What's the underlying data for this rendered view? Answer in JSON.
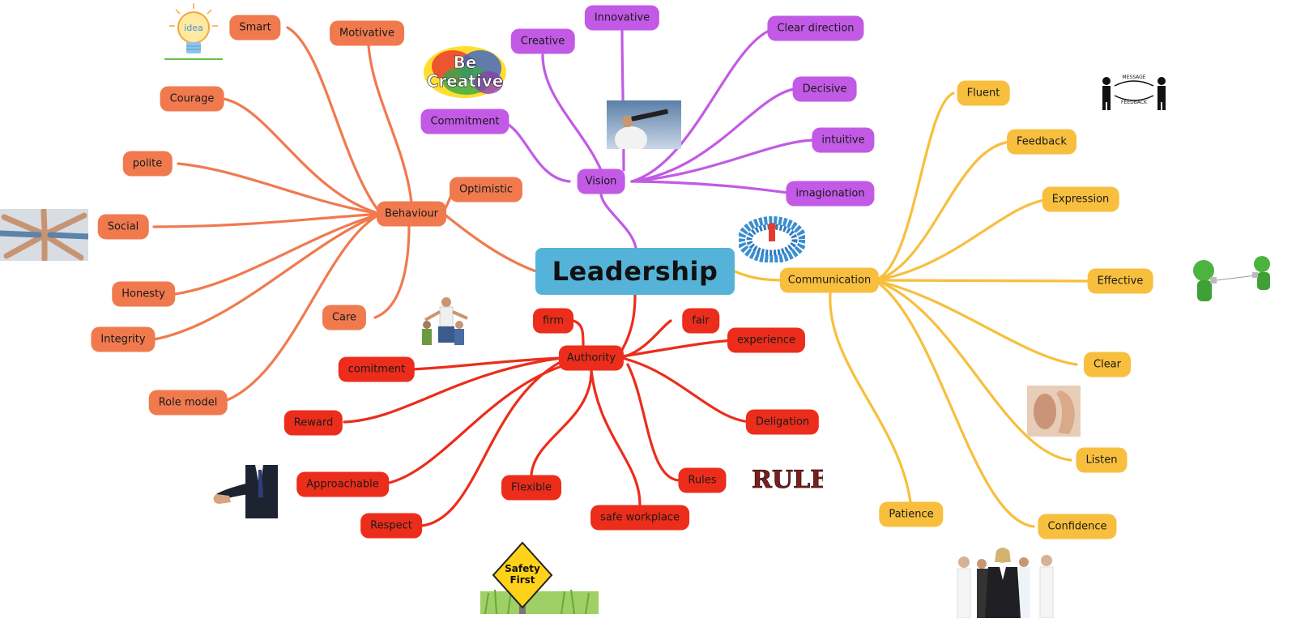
{
  "center": {
    "label": "Leadership",
    "color": "#55b3d9"
  },
  "colors": {
    "behaviour": "#f07a4e",
    "vision": "#c25ae6",
    "communication": "#f7bf3d",
    "authority": "#ec2d1b"
  },
  "branches": {
    "behaviour": {
      "hub": "Behaviour",
      "children": [
        "Smart",
        "Motivative",
        "Courage",
        "polite",
        "Social",
        "Honesty",
        "Integrity",
        "Role model",
        "Care",
        "Optimistic"
      ]
    },
    "vision": {
      "hub": "Vision",
      "children": [
        "Creative",
        "Innovative",
        "Clear direction",
        "Commitment",
        "Decisive",
        "intuitive",
        "imagionation"
      ]
    },
    "communication": {
      "hub": "Communication",
      "children": [
        "Fluent",
        "Feedback",
        "Expression",
        "Effective",
        "Clear",
        "Listen",
        "Confidence",
        "Patience"
      ]
    },
    "authority": {
      "hub": "Authority",
      "children": [
        "firm",
        "fair",
        "experience",
        "comitment",
        "Reward",
        "Deligation",
        "Approachable",
        "Flexible",
        "Rules",
        "Respect",
        "safe workplace"
      ]
    }
  },
  "images": {
    "be_creative": {
      "line1": "Be",
      "line2": "Creative"
    },
    "message_feedback": {
      "top": "MESSAGE",
      "bottom": "FEEDBACK"
    },
    "rules_logo": "RULES",
    "safety_sign": {
      "line1": "Safety",
      "line2": "First"
    },
    "idea_bulb": "idea"
  }
}
